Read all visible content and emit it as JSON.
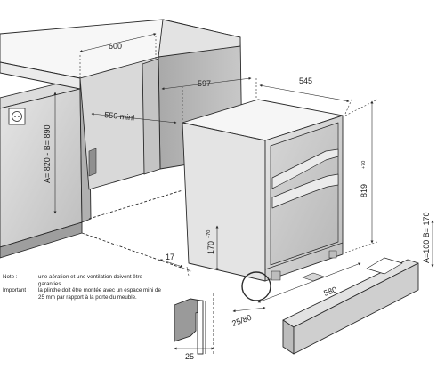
{
  "dimensions": {
    "niche_width": "600",
    "niche_depth_mini": "550 mini",
    "appliance_width_outer": "597",
    "appliance_depth": "545",
    "niche_height": "A= 820 - B= 890",
    "appliance_height": "819",
    "appliance_height_tol": "+70",
    "plinth_height": "170",
    "plinth_height_tol": "+70",
    "plinth_offset": "17",
    "plinth_depth": "580",
    "right_height": "A=100 B= 170",
    "detail_offset": "25/80",
    "detail_gap": "25"
  },
  "notes": [
    {
      "label": "Note :",
      "text": "une aération et une ventilation doivent être garanties."
    },
    {
      "label": "Important :",
      "text": "la plinthe doit être montée avec un espace mini de 25 mm par rapport à la porte du meuble."
    }
  ],
  "colors": {
    "line": "#2a2a2a",
    "cabinet_top": "#f4f4f4",
    "cabinet_front": "#c9c9c9",
    "cabinet_side": "#b4b4b4",
    "floor": "#e8e8e8"
  }
}
